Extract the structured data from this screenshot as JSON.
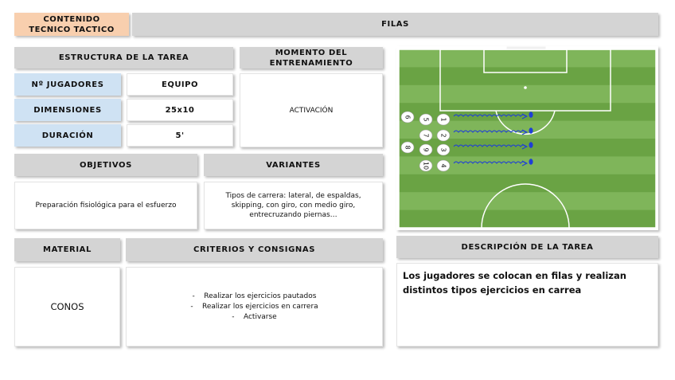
{
  "header": {
    "category": "CONTENIDO TECNICO TACTICO",
    "task_name": "FILAS"
  },
  "structure": {
    "title": "ESTRUCTURA DE LA TAREA",
    "players_label": "Nº JUGADORES",
    "players_value": "EQUIPO",
    "dimensions_label": "DIMENSIONES",
    "dimensions_value": "25x10",
    "duration_label": "DURACIÓN",
    "duration_value": "5'"
  },
  "moment": {
    "title": "MOMENTO DEL ENTRENAMIENTO",
    "value": "ACTIVACIÓN"
  },
  "objectives": {
    "title": "OBJETIVOS",
    "value": "Preparación fisiológica para el esfuerzo"
  },
  "variants": {
    "title": "VARIANTES",
    "value": "Tipos de carrera: lateral, de espaldas, skipping, con giro, con medio giro, entrecruzando piernas…"
  },
  "material": {
    "title": "MATERIAL",
    "value": "CONOS"
  },
  "criteria": {
    "title": "CRITERIOS Y CONSIGNAS",
    "items": [
      "Realizar los ejercicios pautados",
      "Realizar los ejercicios en carrera",
      "Activarse"
    ]
  },
  "description": {
    "title": "DESCRIPCIÓN DE LA TAREA",
    "text": "Los jugadores se colocan en filas y realizan distintos tipos ejercicios en carrea"
  },
  "diagram": {
    "players": [
      "1",
      "2",
      "3",
      "4",
      "5",
      "6",
      "7",
      "8",
      "9",
      "10"
    ],
    "pitch_light": "#7fb55a",
    "pitch_dark": "#6aa344",
    "run_color": "#1f3fd6"
  }
}
